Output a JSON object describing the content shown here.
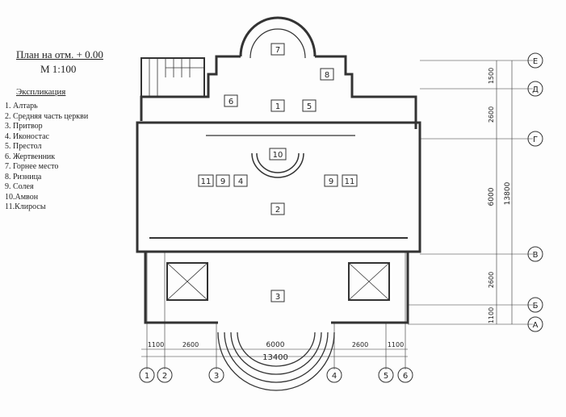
{
  "sheet": {
    "title": "План на отм. + 0.00",
    "scale": "М 1:100",
    "explication_title": "Экспликация",
    "explication": [
      "1. Алтарь",
      "2. Средняя часть церкви",
      "3. Притвор",
      "4. Иконостас",
      "5. Престол",
      "6. Жертвенник",
      "7. Горнее место",
      "8. Ризница",
      "9. Солея",
      "10.Амвон",
      "11.Клиросы"
    ]
  },
  "room_tags": [
    "7",
    "8",
    "6",
    "1",
    "5",
    "10",
    "11",
    "9",
    "4",
    "9",
    "11",
    "2",
    "3"
  ],
  "axes_vertical": [
    "1",
    "2",
    "3",
    "4",
    "5",
    "6"
  ],
  "axes_horizontal": [
    "Е",
    "Д",
    "Г",
    "В",
    "Б",
    "А"
  ],
  "dims_bottom": [
    "1100",
    "2600",
    "6000",
    "2600",
    "1100"
  ],
  "dim_bottom_total": "13400",
  "dims_right": [
    "1500",
    "2600",
    "6000",
    "2600",
    "1100"
  ],
  "dim_right_total": "13800",
  "colors": {
    "line": "#333333",
    "paper": "#fdfdfd"
  }
}
